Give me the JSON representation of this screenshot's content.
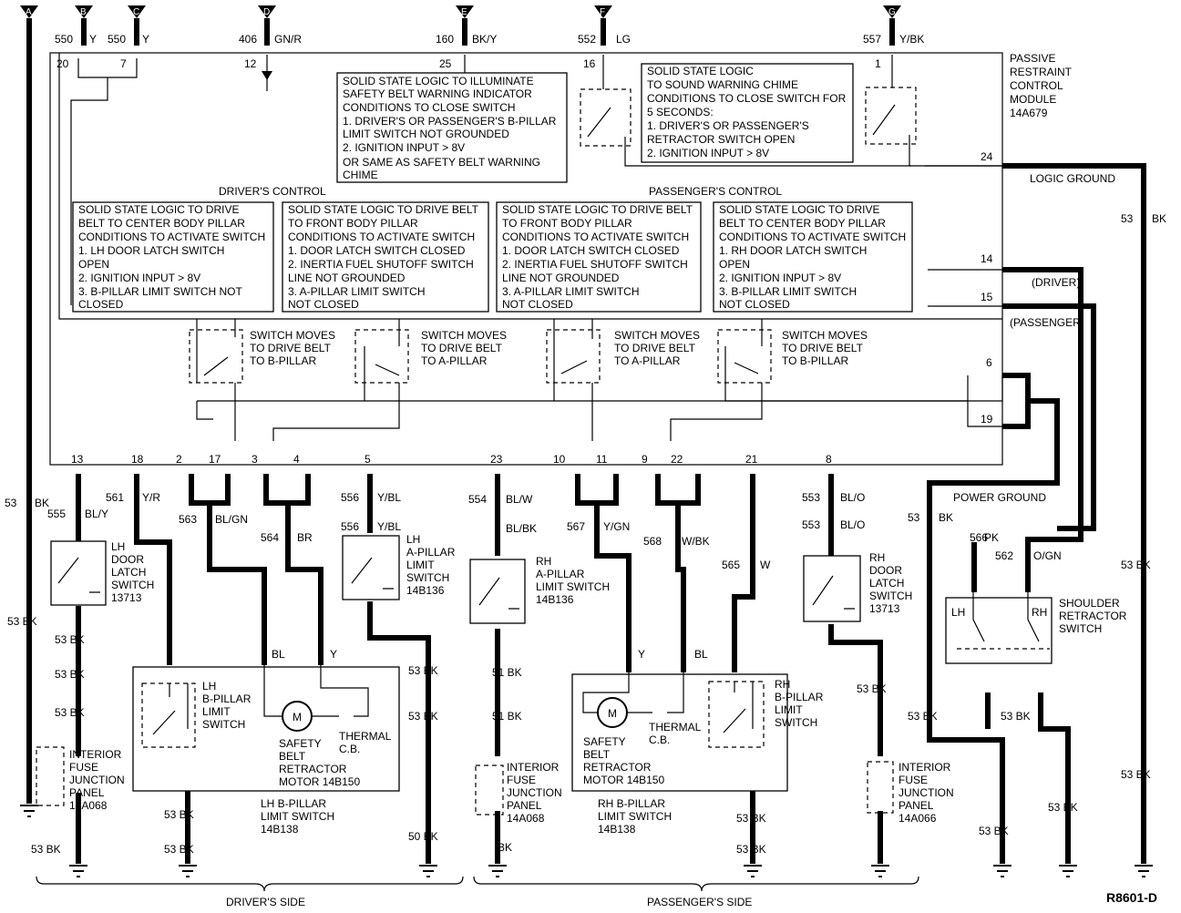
{
  "module": {
    "label": [
      "PASSIVE",
      "RESTRAINT",
      "CONTROL",
      "MODULE",
      "14A679"
    ]
  },
  "top_connectors": [
    {
      "letter": "A",
      "circuit": "",
      "color": ""
    },
    {
      "letter": "B",
      "circuit": "550",
      "color": "Y"
    },
    {
      "letter": "C",
      "circuit": "550",
      "color": "Y"
    },
    {
      "letter": "D",
      "circuit": "406",
      "color": "GN/R"
    },
    {
      "letter": "E",
      "circuit": "160",
      "color": "BK/Y"
    },
    {
      "letter": "F",
      "circuit": "552",
      "color": "LG"
    },
    {
      "letter": "G",
      "circuit": "557",
      "color": "Y/BK"
    }
  ],
  "top_pins": [
    "20",
    "7",
    "12",
    "25",
    "16",
    "1"
  ],
  "right_pins": [
    "24",
    "14",
    "15",
    "6",
    "19"
  ],
  "bottom_pins": [
    "13",
    "18",
    "2",
    "17",
    "3",
    "4",
    "5",
    "23",
    "10",
    "11",
    "9",
    "22",
    "21",
    "8"
  ],
  "headings": {
    "drivers_control": "DRIVER'S CONTROL",
    "passengers_control": "PASSENGER'S CONTROL"
  },
  "logic_boxes": {
    "indicator": [
      "SOLID STATE LOGIC TO ILLUMINATE",
      "SAFETY BELT WARNING INDICATOR",
      "CONDITIONS TO CLOSE SWITCH",
      "1. DRIVER'S OR PASSENGER'S B-PILLAR",
      "LIMIT SWITCH NOT GROUNDED",
      "2. IGNITION INPUT > 8V",
      "OR SAME AS SAFETY BELT WARNING",
      "CHIME"
    ],
    "chime": [
      "SOLID STATE LOGIC",
      "TO SOUND WARNING CHIME",
      "CONDITIONS TO CLOSE SWITCH FOR",
      "5 SECONDS:",
      "1. DRIVER'S OR PASSENGER'S",
      "RETRACTOR SWITCH OPEN",
      "2. IGNITION INPUT > 8V"
    ],
    "driver_b": [
      "SOLID STATE LOGIC TO DRIVE",
      "BELT TO CENTER BODY PILLAR",
      "CONDITIONS TO ACTIVATE SWITCH",
      "1. LH DOOR LATCH SWITCH",
      "OPEN",
      "2. IGNITION INPUT > 8V",
      "3. B-PILLAR LIMIT SWITCH NOT",
      "CLOSED"
    ],
    "driver_a": [
      "SOLID STATE LOGIC TO DRIVE BELT",
      "TO FRONT BODY PILLAR",
      "CONDITIONS TO ACTIVATE SWITCH",
      "1. DOOR LATCH SWITCH CLOSED",
      "2. INERTIA FUEL SHUTOFF SWITCH",
      "LINE NOT GROUNDED",
      "3. A-PILLAR LIMIT SWITCH",
      "NOT CLOSED"
    ],
    "pass_a": [
      "SOLID STATE LOGIC TO DRIVE BELT",
      "TO FRONT BODY PILLAR",
      "CONDITIONS TO ACTIVATE SWITCH",
      "1. DOOR LATCH SWITCH CLOSED",
      "2. INERTIA FUEL SHUTOFF SWITCH",
      "LINE NOT GROUNDED",
      "3. A-PILLAR LIMIT SWITCH",
      "NOT CLOSED"
    ],
    "pass_b": [
      "SOLID STATE LOGIC TO DRIVE",
      "BELT TO CENTER BODY PILLAR",
      "CONDITIONS TO ACTIVATE SWITCH",
      "1. RH DOOR LATCH SWITCH",
      "OPEN",
      "2. IGNITION INPUT > 8V",
      "3. B-PILLAR LIMIT SWITCH",
      "NOT CLOSED"
    ]
  },
  "motor_switches": [
    [
      "SWITCH MOVES",
      "TO DRIVE BELT",
      "TO B-PILLAR"
    ],
    [
      "SWITCH MOVES",
      "TO DRIVE BELT",
      "TO A-PILLAR"
    ],
    [
      "SWITCH MOVES",
      "TO DRIVE BELT",
      "TO A-PILLAR"
    ],
    [
      "SWITCH MOVES",
      "TO DRIVE BELT",
      "TO B-PILLAR"
    ]
  ],
  "wires": [
    {
      "circuit": "53",
      "color": "BK"
    },
    {
      "circuit": "555",
      "color": "BL/Y"
    },
    {
      "circuit": "561",
      "color": "Y/R"
    },
    {
      "circuit": "563",
      "color": "BL/GN"
    },
    {
      "circuit": "564",
      "color": "BR"
    },
    {
      "circuit": "556",
      "color": "Y/BL"
    },
    {
      "circuit": "556",
      "color": "Y/BL"
    },
    {
      "circuit": "554",
      "color": "BL/W"
    },
    {
      "circuit": "",
      "color": "BL/BK"
    },
    {
      "circuit": "567",
      "color": "Y/GN"
    },
    {
      "circuit": "568",
      "color": "W/BK"
    },
    {
      "circuit": "565",
      "color": "W"
    },
    {
      "circuit": "553",
      "color": "BL/O"
    },
    {
      "circuit": "553",
      "color": "BL/O"
    },
    {
      "circuit": "53",
      "color": "BK"
    },
    {
      "circuit": "53",
      "color": "BK"
    },
    {
      "circuit": "566",
      "color": "PK"
    },
    {
      "circuit": "562",
      "color": "O/GN"
    },
    {
      "circuit": "",
      "color": "BL"
    },
    {
      "circuit": "",
      "color": "Y"
    },
    {
      "circuit": "",
      "color": "Y"
    },
    {
      "circuit": "",
      "color": "BL"
    }
  ],
  "labels": {
    "logic_ground": "LOGIC GROUND",
    "driver": "(DRIVER)",
    "passenger": "(PASSENGER)",
    "power_ground": "POWER GROUND"
  },
  "components": {
    "motor_symbol": "M",
    "lh_door_latch": [
      "LH",
      "DOOR",
      "LATCH",
      "SWITCH",
      "13713"
    ],
    "rh_door_latch": [
      "RH",
      "DOOR",
      "LATCH",
      "SWITCH",
      "13713"
    ],
    "lh_a_pillar": [
      "LH",
      "A-PILLAR",
      "LIMIT",
      "SWITCH",
      "14B136"
    ],
    "rh_a_pillar": [
      "RH",
      "A-PILLAR",
      "LIMIT SWITCH",
      "14B136"
    ],
    "lh_b_pillar_inner": [
      "LH",
      "B-PILLAR",
      "LIMIT",
      "SWITCH"
    ],
    "rh_b_pillar_inner": [
      "RH",
      "B-PILLAR",
      "LIMIT",
      "SWITCH"
    ],
    "lh_motor": [
      "SAFETY",
      "BELT",
      "RETRACTOR",
      "MOTOR 14B150"
    ],
    "rh_motor": [
      "SAFETY",
      "BELT",
      "RETRACTOR",
      "MOTOR 14B150"
    ],
    "lh_thermal": [
      "THERMAL",
      "C.B."
    ],
    "rh_thermal": [
      "THERMAL",
      "C.B."
    ],
    "lh_b_pillar_label": [
      "LH B-PILLAR",
      "LIMIT SWITCH",
      "14B138"
    ],
    "rh_b_pillar_label": [
      "RH B-PILLAR",
      "LIMIT SWITCH",
      "14B138"
    ],
    "fuse_panel": [
      "INTERIOR",
      "FUSE",
      "JUNCTION",
      "PANEL",
      "14A068",
      "14A066"
    ],
    "shoulder": {
      "lh": "LH",
      "rh": "RH",
      "label": [
        "SHOULDER",
        "RETRACTOR",
        "SWITCH"
      ]
    }
  },
  "ground_labels": [
    "53 BK",
    "53 BK",
    "50 BK",
    "51 BK",
    "BK"
  ],
  "footer": {
    "drivers_side": "DRIVER'S SIDE",
    "passengers_side": "PASSENGER'S SIDE",
    "figure_id": "R8601-D"
  }
}
